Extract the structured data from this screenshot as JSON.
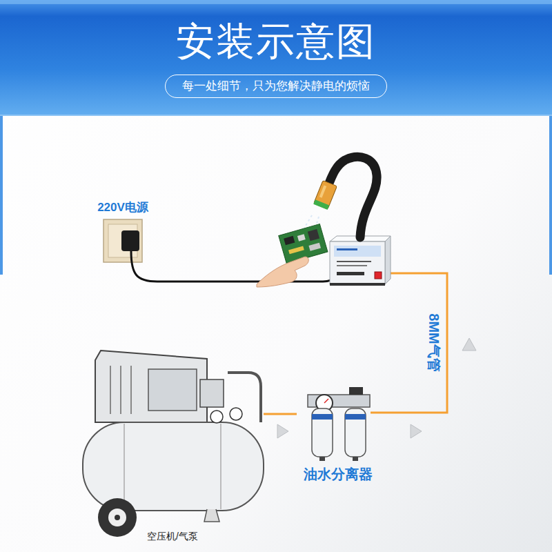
{
  "diagram": {
    "title": "安装示意图",
    "nodes": [
      {
        "text": [
          "每一处细节，只为您解决静电的烦恼"
        ]
      },
      {
        "text": [
          "220V电源"
        ]
      },
      {
        "text": [
          "油水分离器"
        ]
      },
      {
        "text": [
          "空压机/气泵"
        ]
      }
    ],
    "edges": [
      {
        "from": 3,
        "to": 2,
        "arrow": "none"
      }
    ],
    "labels": [
      "8MM气管"
    ]
  }
}
